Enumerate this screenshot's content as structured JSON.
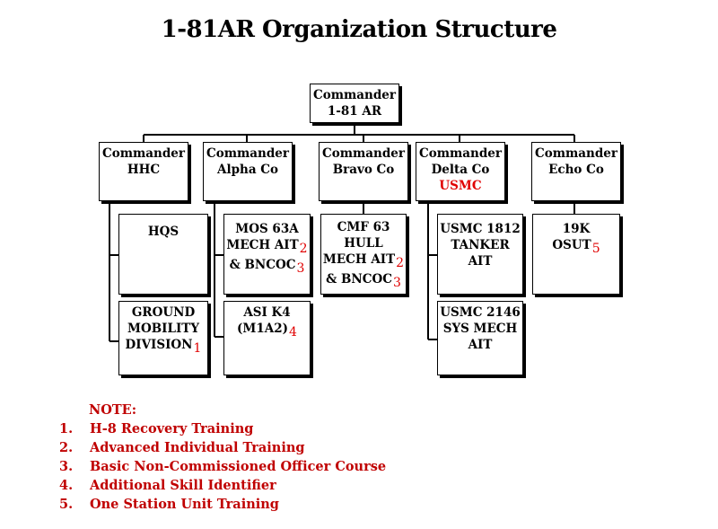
{
  "title": "1-81AR Organization Structure",
  "commander": {
    "line1": "Commander",
    "line2": "1-81 AR"
  },
  "companies": {
    "hhc": {
      "line1": "Commander",
      "line2": "HHC"
    },
    "alpha": {
      "line1": "Commander",
      "line2": "Alpha Co"
    },
    "bravo": {
      "line1": "Commander",
      "line2": "Bravo Co"
    },
    "delta": {
      "line1": "Commander",
      "line2": "Delta Co",
      "line3": "USMC"
    },
    "echo": {
      "line1": "Commander",
      "line2": "Echo Co"
    }
  },
  "units": {
    "hqs": {
      "line1": "HQS"
    },
    "gmd": {
      "line1": "GROUND",
      "line2": "MOBILITY",
      "line3": "DIVISION",
      "ref3": "1"
    },
    "mos63a": {
      "line1": "MOS 63A",
      "line2": "MECH AIT",
      "ref2": "2",
      "line3": "& BNCOC",
      "ref3": "3"
    },
    "asik4": {
      "line1": "ASI  K4",
      "line2": "(M1A2)",
      "ref2": "4"
    },
    "cmf63": {
      "line1": "CMF 63",
      "line2": "HULL",
      "line3": "MECH AIT",
      "ref3": "2",
      "line4": "& BNCOC",
      "ref4": "3"
    },
    "usmc1812": {
      "line1": "USMC 1812",
      "line2": "TANKER",
      "line3": "AIT"
    },
    "usmc2146": {
      "line1": "USMC 2146",
      "line2": "SYS MECH",
      "line3": "AIT"
    },
    "osut": {
      "line1": "19K",
      "line2": "OSUT",
      "ref2": "5"
    }
  },
  "notes": {
    "heading": "NOTE:",
    "items": [
      {
        "num": "1.",
        "text": "H-8 Recovery Training"
      },
      {
        "num": "2.",
        "text": "Advanced Individual Training"
      },
      {
        "num": "3.",
        "text": "Basic Non-Commissioned Officer Course"
      },
      {
        "num": "4.",
        "text": "Additional Skill Identifier"
      },
      {
        "num": "5.",
        "text": "One Station Unit Training"
      }
    ]
  },
  "colors": {
    "accent": "#e00000",
    "notes": "#c00000",
    "lines": "#000000"
  }
}
